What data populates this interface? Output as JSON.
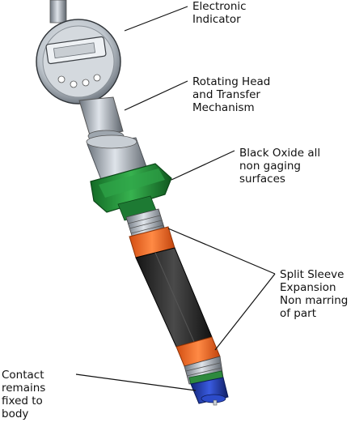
{
  "callouts": {
    "indicator": "Electronic\nIndicator",
    "rotating_head": "Rotating Head\nand Transfer\nMechanism",
    "black_oxide": "Black Oxide all\nnon gaging\nsurfaces",
    "split_sleeve": "Split Sleeve\nExpansion\nNon marring\nof part",
    "contact": "Contact\nremains\nfixed to\nbody"
  },
  "colors": {
    "leader": "#111111",
    "green": "#23963c",
    "orange": "#f36a24",
    "sleeve_dark": "#2a2a2a",
    "blue": "#1f3fb5",
    "steel": "#9aa3ad"
  }
}
